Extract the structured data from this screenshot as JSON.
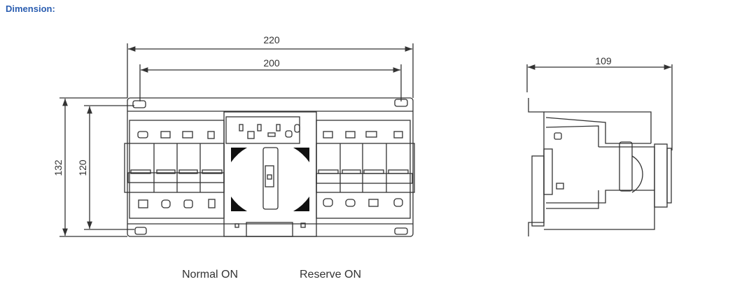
{
  "header": {
    "title": "Dimension:"
  },
  "front_view": {
    "dim_width_outer": "220",
    "dim_width_mount": "200",
    "dim_height_outer": "132",
    "dim_height_mount": "120"
  },
  "side_view": {
    "dim_depth": "109"
  },
  "labels": {
    "normal_on": "Normal ON",
    "reserve_on": "Reserve ON"
  },
  "colors": {
    "title": "#2a5db0",
    "line": "#333333"
  }
}
